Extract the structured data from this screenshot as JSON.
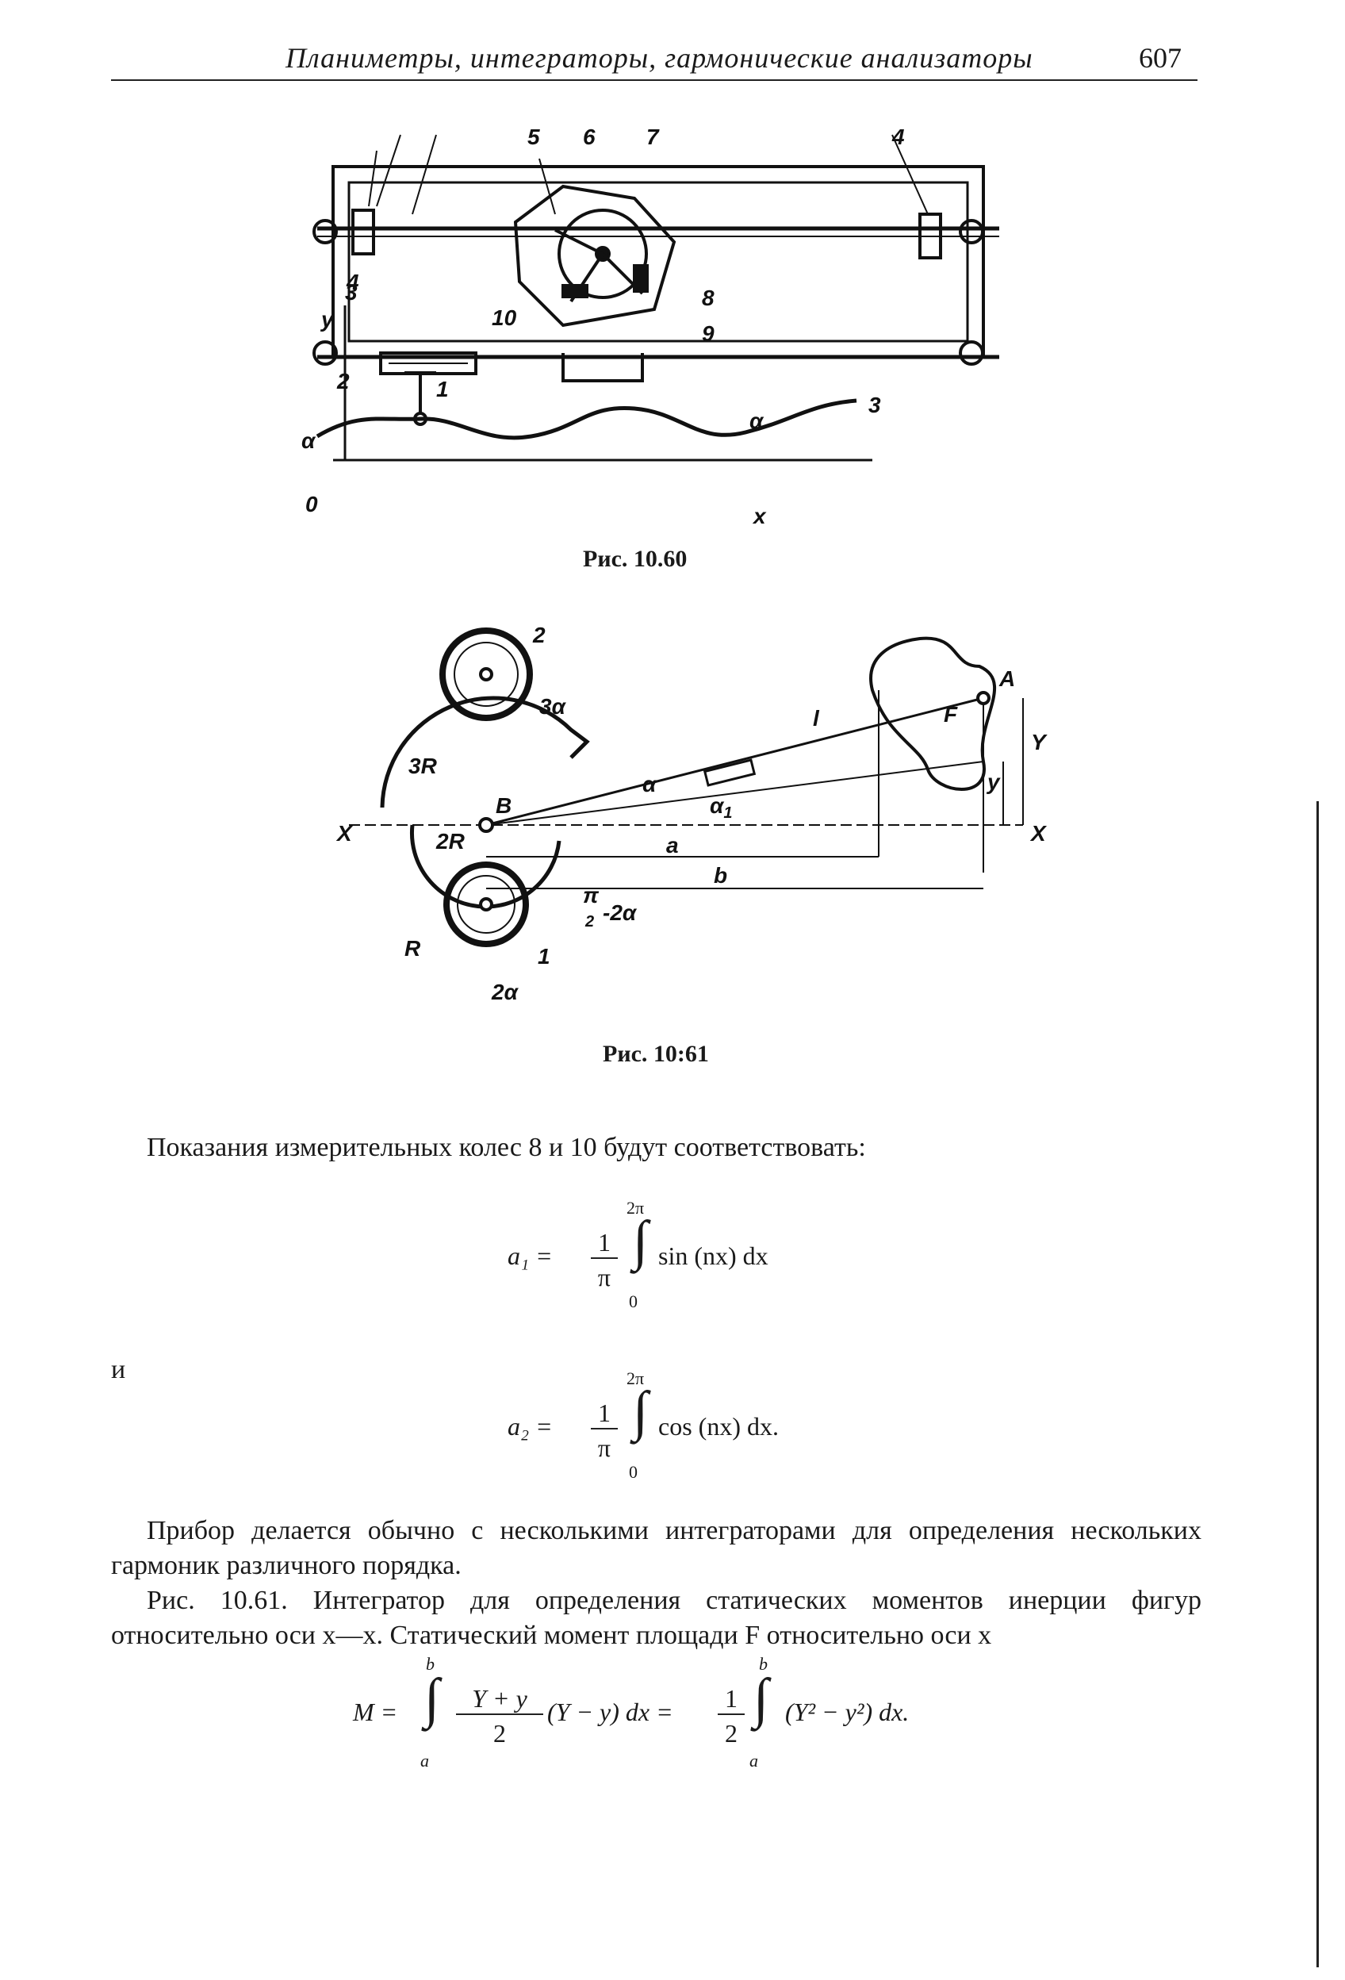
{
  "header": {
    "running_title": "Планиметры, интеграторы, гармонические анализаторы",
    "page_number": "607"
  },
  "figure_60": {
    "caption": "Рис. 10.60",
    "labels": {
      "n1": "1",
      "n2": "2",
      "n3a": "3",
      "n3b": "3",
      "n4a": "4",
      "n4b": "4",
      "n5": "5",
      "n6": "6",
      "n7": "7",
      "n8": "8",
      "n9": "9",
      "n10": "10",
      "y": "y",
      "x": "x",
      "zero": "0",
      "alpha_left": "α",
      "alpha_right": "α"
    }
  },
  "figure_61": {
    "caption": "Рис. 10:61",
    "labels": {
      "two": "2",
      "three_alpha": "3α",
      "three_R": "3R",
      "B": "B",
      "two_R": "2R",
      "X_left": "X",
      "X_right": "X",
      "alpha": "α",
      "alpha1": "α",
      "alpha1_sub": "1",
      "l": "l",
      "A": "A",
      "F": "F",
      "Y": "Y",
      "y": "y",
      "a": "a",
      "b": "b",
      "pi_half": "π",
      "pi_half_den": "2",
      "minus_two_alpha": "-2α",
      "R": "R",
      "one": "1",
      "two_alpha": "2α"
    }
  },
  "text": {
    "p1": "Показания измерительных колес 8 и 10 будут соответствовать:",
    "f1_lhs": "a₁ =",
    "f1_num": "1",
    "f1_den": "π",
    "f1_upper": "2π",
    "f1_lower": "0",
    "f1_body": "sin (nx) dx",
    "conj": "и",
    "f2_lhs": "a₂ =",
    "f2_num": "1",
    "f2_den": "π",
    "f2_upper": "2π",
    "f2_lower": "0",
    "f2_body": "cos (nx) dx.",
    "p2": "Прибор делается обычно с несколькими интеграторами для определения нескольких гармоник различного порядка.",
    "p3": "Рис. 10.61. Интегратор для определения статических моментов инерции фигур относительно оси x—x. Статический момент площади F относительно оси x",
    "f3_lhs": "M =",
    "f3_upper1": "b",
    "f3_lower1": "a",
    "f3_frac_num": "Y + y",
    "f3_frac_den": "2",
    "f3_mid": "(Y − y) dx =",
    "f3_num2": "1",
    "f3_den2": "2",
    "f3_upper2": "b",
    "f3_lower2": "a",
    "f3_tail": "(Y² − y²) dx."
  }
}
